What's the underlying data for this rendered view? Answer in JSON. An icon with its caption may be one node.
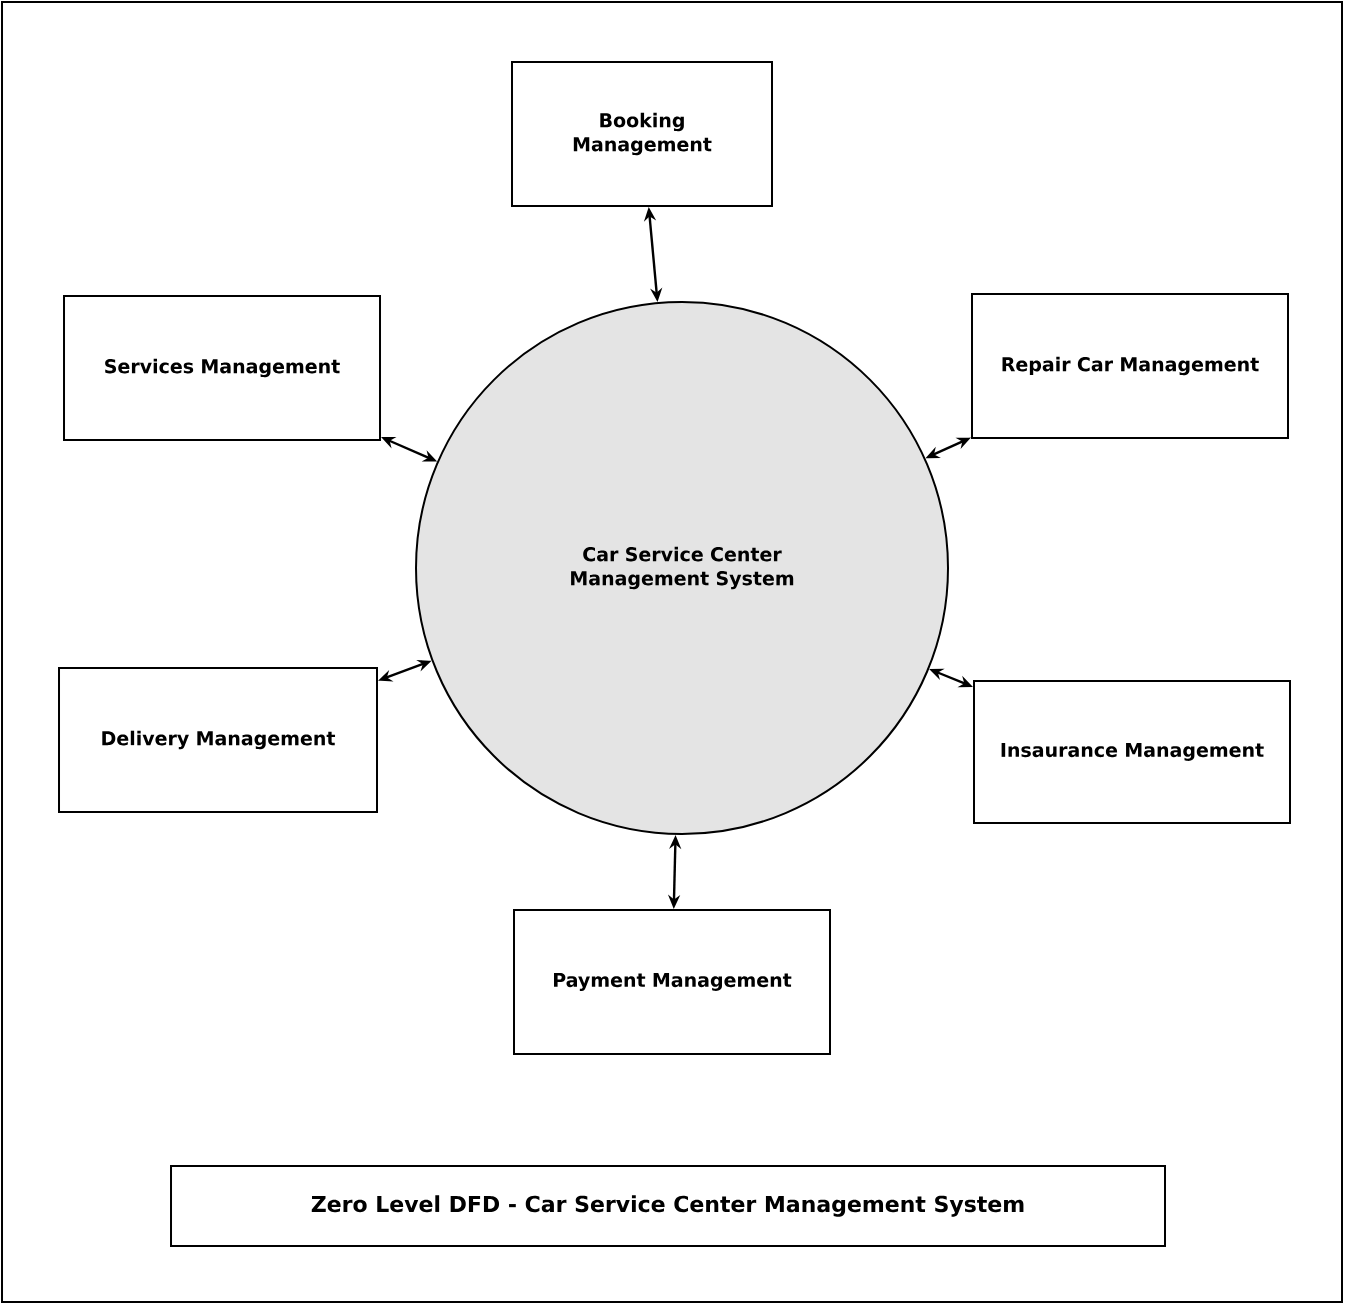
{
  "diagram": {
    "title": "Zero Level DFD - Car Service Center Management System",
    "nodes": [
      {
        "text": [
          "Car Service Center Management System"
        ]
      },
      {
        "text": [
          "Booking Management"
        ]
      },
      {
        "text": [
          "Services Management"
        ]
      },
      {
        "text": [
          "Repair Car Management"
        ]
      },
      {
        "text": [
          "Delivery Management"
        ]
      },
      {
        "text": [
          "Insaurance Management"
        ]
      },
      {
        "text": [
          "Payment Management"
        ]
      }
    ],
    "edges": [
      {
        "from": 1,
        "to": 0,
        "arrow": "both"
      },
      {
        "from": 2,
        "to": 0,
        "arrow": "both"
      },
      {
        "from": 3,
        "to": 0,
        "arrow": "both"
      },
      {
        "from": 4,
        "to": 0,
        "arrow": "both"
      },
      {
        "from": 5,
        "to": 0,
        "arrow": "both"
      },
      {
        "from": 6,
        "to": 0,
        "arrow": "both"
      }
    ]
  }
}
